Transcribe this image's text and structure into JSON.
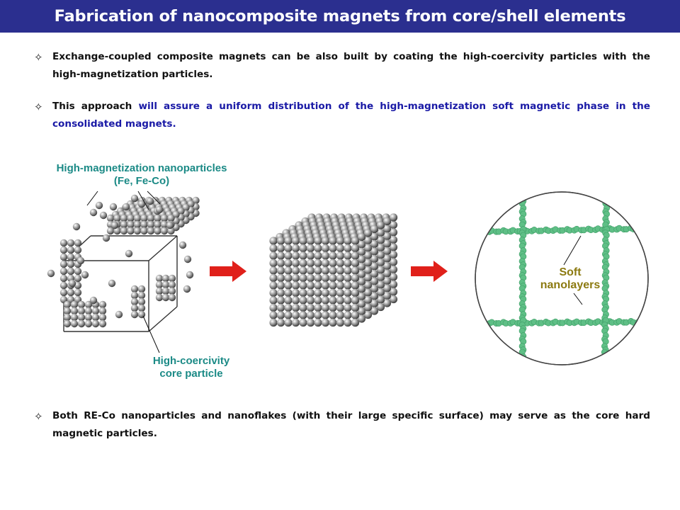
{
  "title": "Fabrication of nanocomposite magnets from core/shell elements",
  "bullets": {
    "b1": "Exchange-coupled composite magnets can be also built by coating the high-coercivity particles with the high-magnetization  particles.",
    "b2_plain": "This approach",
    "b2_highlight": "will assure a uniform distribution of the high-magnetization soft magnetic phase in the consolidated  magnets.",
    "b3": "Both RE-Co nanoparticles and nanoflakes (with their large specific surface) may serve as the core hard magnetic particles."
  },
  "bullet_symbol": "✧",
  "figure": {
    "label_shell_line1": "High-magnetization nanoparticles",
    "label_shell_line2": "(Fe, Fe-Co)",
    "label_core_line1": "High-coercivity",
    "label_core_line2": "core particle",
    "label_soft_line1": "Soft",
    "label_soft_line2": "nanolayers"
  },
  "colors": {
    "title_bg": "#2b2f8f",
    "highlight_text": "#1a1aa6",
    "label_teal": "#1b8a86",
    "label_olive": "#8c7a10",
    "arrow_red": "#e0201a",
    "grid_green": "#5fbf86"
  }
}
